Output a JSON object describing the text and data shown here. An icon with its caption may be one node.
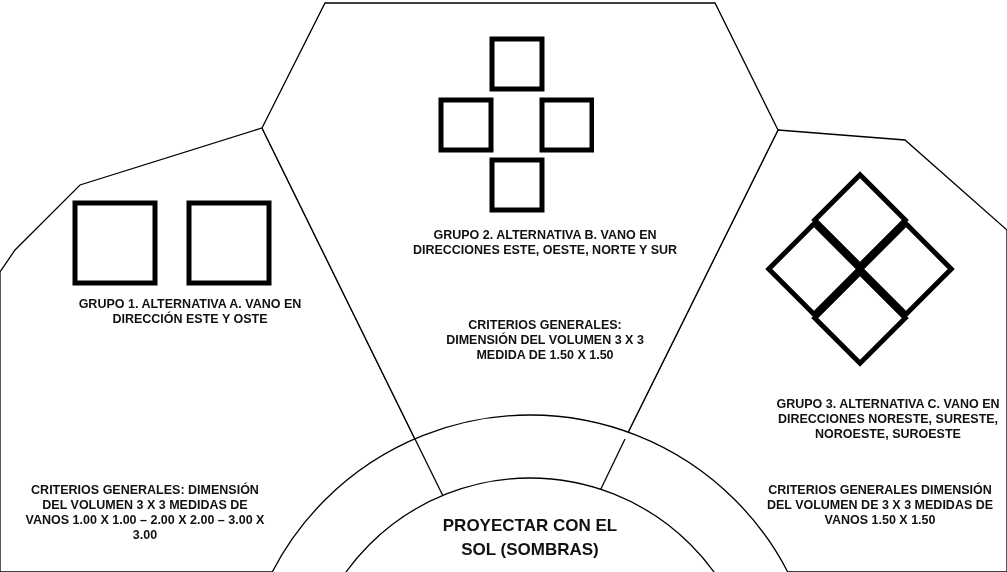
{
  "diagram": {
    "nodes": [
      {
        "text": [
          "GRUPO 1. ALTERNATIVA A. VANO EN DIRECCIÓN ESTE Y OSTE",
          "CRITERIOS GENERALES: DIMENSIÓN DEL VOLUMEN 3 X 3 MEDIDAS DE VANOS 1.00 X 1.00 – 2.00 X 2.00 – 3.00 X 3.00"
        ]
      },
      {
        "text": [
          "GRUPO 2. ALTERNATIVA B. VANO EN DIRECCIONES ESTE, OESTE, NORTE Y SUR",
          "CRITERIOS GENERALES: DIMENSIÓN DEL VOLUMEN 3 X 3 MEDIDA DE 1.50 X 1.50"
        ]
      },
      {
        "text": [
          "GRUPO 3. ALTERNATIVA C. VANO EN DIRECCIONES NORESTE, SURESTE, NOROESTE, SUROESTE",
          "CRITERIOS GENERALES DIMENSIÓN DEL VOLUMEN DE 3 X 3 MEDIDAS DE VANOS 1.50 X 1.50"
        ]
      },
      {
        "text": [
          "PROYECTAR CON EL SOL (SOMBRAS)"
        ]
      }
    ]
  }
}
